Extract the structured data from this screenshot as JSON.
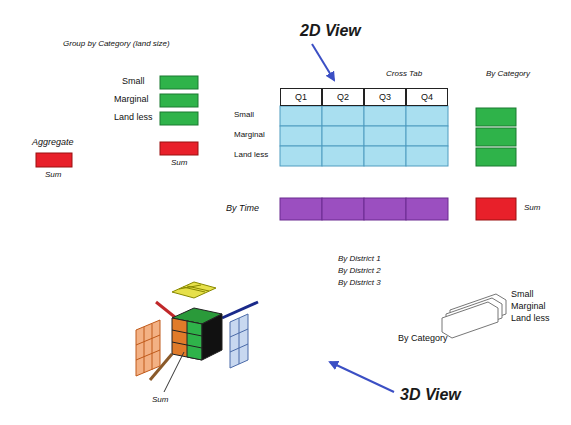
{
  "diagram": {
    "nodes": [
      {
        "text": [
          "Q1"
        ]
      },
      {
        "text": [
          "Q2"
        ]
      },
      {
        "text": [
          "Q3"
        ]
      },
      {
        "text": [
          "Q4"
        ]
      }
    ],
    "labels": [
      "2D View",
      "Group by Category (land size)",
      "Cross Tab",
      "By Category",
      "Small",
      "Marginal",
      "Land less",
      "Small",
      "Marginal",
      "Land less",
      "Aggregate",
      "Sum",
      "Sum",
      "By Time",
      "Sum",
      "By District 1",
      "By District 2",
      "By District 3",
      "Small",
      "Marginal",
      "Land less",
      "By Category",
      "Sum",
      "3D View"
    ]
  }
}
